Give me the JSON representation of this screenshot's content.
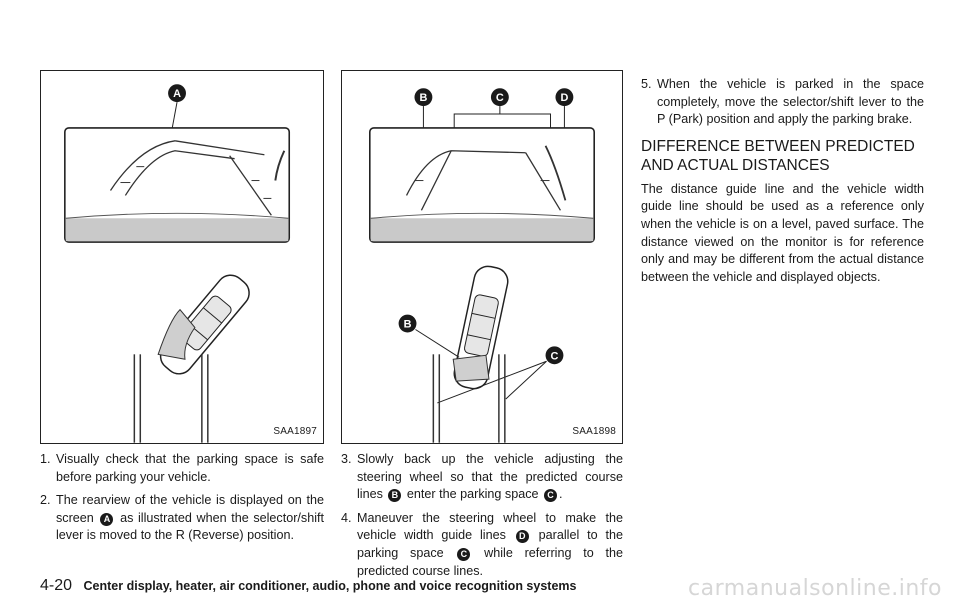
{
  "figures": [
    {
      "code": "SAA1897",
      "callouts": [
        "A"
      ]
    },
    {
      "code": "SAA1898",
      "callouts": [
        "B",
        "C",
        "D",
        "B",
        "C"
      ]
    }
  ],
  "steps_col1": [
    {
      "num": "1.",
      "text": "Visually check that the parking space is safe before parking your vehicle."
    },
    {
      "num": "2.",
      "parts": [
        "The rearview of the vehicle is displayed on the screen",
        "A",
        "as illustrated when the selector/shift lever is moved to the R (Reverse) position."
      ]
    }
  ],
  "steps_col2": [
    {
      "num": "3.",
      "parts": [
        "Slowly back up the vehicle adjusting the steering wheel so that the predicted course lines",
        "B",
        "enter the parking space",
        "C",
        "."
      ]
    },
    {
      "num": "4.",
      "parts": [
        "Maneuver the steering wheel to make the vehicle width guide lines",
        "D",
        "parallel to the parking space",
        "C",
        "while referring to the predicted course lines."
      ]
    }
  ],
  "steps_col3": [
    {
      "num": "5.",
      "text": "When the vehicle is parked in the space completely, move the selector/shift lever to the P (Park) position and apply the parking brake."
    }
  ],
  "section": {
    "heading_line1": "DIFFERENCE BETWEEN PREDICTED",
    "heading_line2": "AND ACTUAL DISTANCES",
    "paragraph": "The distance guide line and the vehicle width guide line should be used as a reference only when the vehicle is on a level, paved surface. The distance viewed on the monitor is for reference only and may be different from the actual distance between the vehicle and displayed objects."
  },
  "footer": {
    "page_number": "4-20",
    "title": "Center display, heater, air conditioner, audio, phone and voice recognition systems"
  },
  "watermark": "carmanualsonline.info"
}
